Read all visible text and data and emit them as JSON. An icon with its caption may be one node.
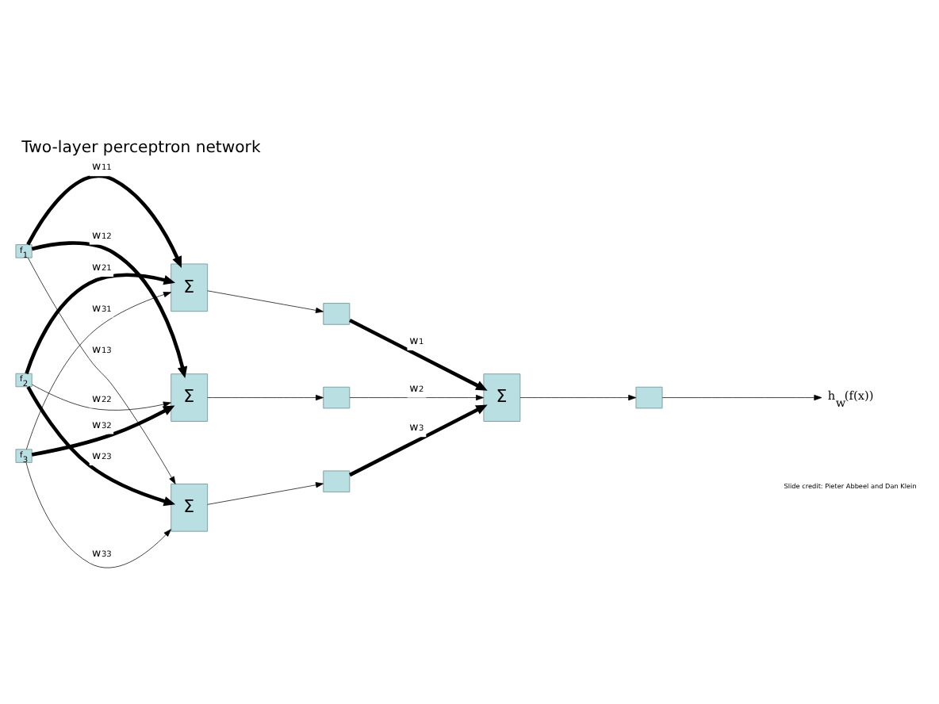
{
  "diagram": {
    "title": "Two-layer perceptron network",
    "nodes": [
      {
        "text": [
          "f$_{1}$"
        ]
      },
      {
        "text": [
          "f$_{2}$"
        ]
      },
      {
        "text": [
          "f$_{3}$"
        ]
      },
      {
        "text": [
          "Σ"
        ]
      },
      {
        "text": [
          "Σ"
        ]
      },
      {
        "text": [
          "Σ"
        ]
      },
      {
        "text": [],
        "shape": "box"
      },
      {
        "text": [],
        "shape": "box"
      },
      {
        "text": [],
        "shape": "box"
      },
      {
        "text": [
          "Σ"
        ]
      },
      {
        "text": [],
        "shape": "box"
      },
      {
        "text": [
          "h$_{w}$(f(x))"
        ]
      }
    ],
    "edges": [
      {
        "from": 0,
        "to": 3,
        "arrow": "to",
        "label": "w$_{11}$",
        "style": "thick"
      },
      {
        "from": 1,
        "to": 3,
        "arrow": "to",
        "label": "w$_{21}$",
        "style": "thick"
      },
      {
        "from": 2,
        "to": 3,
        "arrow": "to",
        "label": "w$_{31}$"
      },
      {
        "from": 0,
        "to": 4,
        "arrow": "to",
        "label": "w$_{12}$",
        "style": "thick"
      },
      {
        "from": 1,
        "to": 4,
        "arrow": "to",
        "label": "w$_{22}$"
      },
      {
        "from": 2,
        "to": 4,
        "arrow": "to",
        "label": "w$_{32}$",
        "style": "thick"
      },
      {
        "from": 0,
        "to": 5,
        "arrow": "to",
        "label": "w$_{13}$"
      },
      {
        "from": 1,
        "to": 5,
        "arrow": "to",
        "label": "w$_{23}$",
        "style": "thick"
      },
      {
        "from": 2,
        "to": 5,
        "arrow": "to",
        "label": "w$_{33}$"
      },
      {
        "from": 3,
        "to": 6,
        "arrow": "to"
      },
      {
        "from": 4,
        "to": 7,
        "arrow": "to"
      },
      {
        "from": 5,
        "to": 8,
        "arrow": "to"
      },
      {
        "from": 6,
        "to": 9,
        "arrow": "to",
        "label": "w$_{1}$",
        "style": "thick"
      },
      {
        "from": 7,
        "to": 9,
        "arrow": "to",
        "label": "w$_{2}$"
      },
      {
        "from": 8,
        "to": 9,
        "arrow": "to",
        "label": "w$_{3}$",
        "style": "thick"
      },
      {
        "from": 9,
        "to": 10,
        "arrow": "to"
      },
      {
        "from": 10,
        "to": 11,
        "arrow": "to"
      }
    ],
    "labels": [
      "Slide credit: Pieter Abbeel and Dan Klein"
    ]
  }
}
